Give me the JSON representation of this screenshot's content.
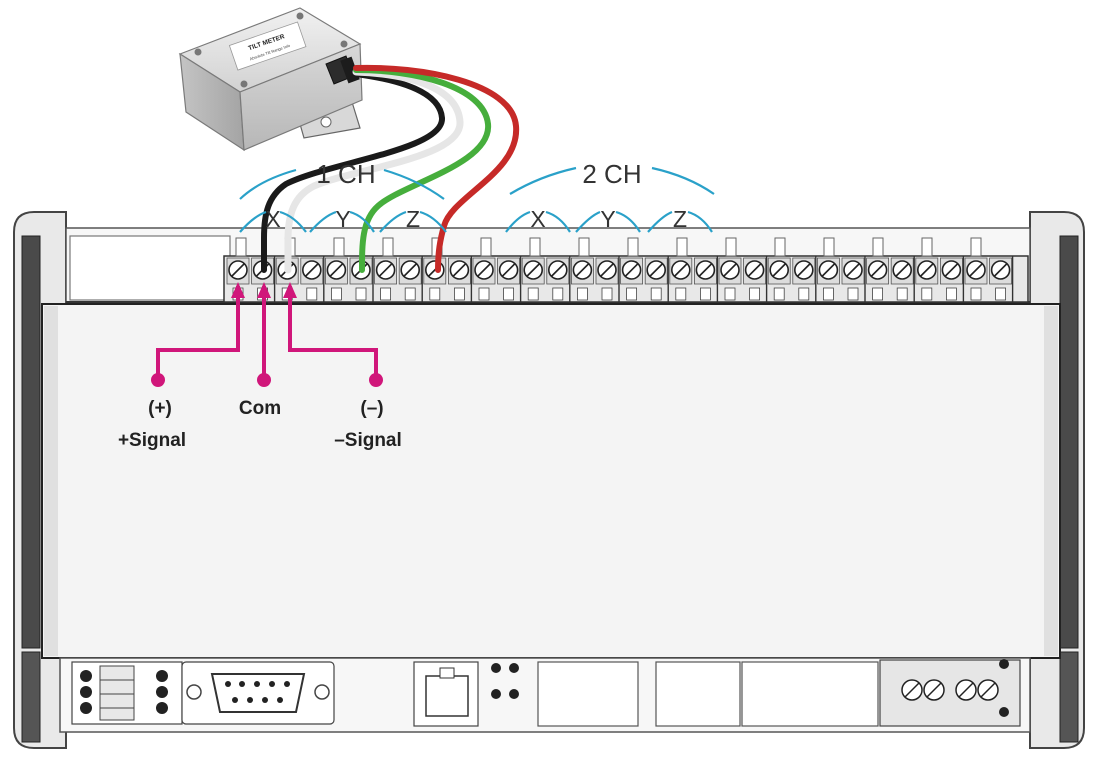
{
  "colors": {
    "accent": "#d0167a",
    "bracket": "#2aa1c9",
    "wire_black": "#1a1a1a",
    "wire_white": "#e6e6e6",
    "wire_green": "#46ae3c",
    "wire_red": "#c62a28"
  },
  "sensor": {
    "label_line1": "TILT METER",
    "label_line2": "Absolute Tilt Range Info"
  },
  "channels": {
    "ch1": {
      "label": "1 CH",
      "axes": [
        "X",
        "Y",
        "Z"
      ]
    },
    "ch2": {
      "label": "2 CH",
      "axes": [
        "X",
        "Y",
        "Z"
      ]
    }
  },
  "pins": {
    "plus": {
      "polarity": "(+)",
      "signal": "+Signal"
    },
    "com": {
      "name": "Com"
    },
    "minus": {
      "polarity": "(–)",
      "signal": "–Signal"
    }
  },
  "icons": [
    "screw-terminal-icon",
    "db9-connector-icon",
    "rj45-port-icon",
    "led-icon"
  ]
}
